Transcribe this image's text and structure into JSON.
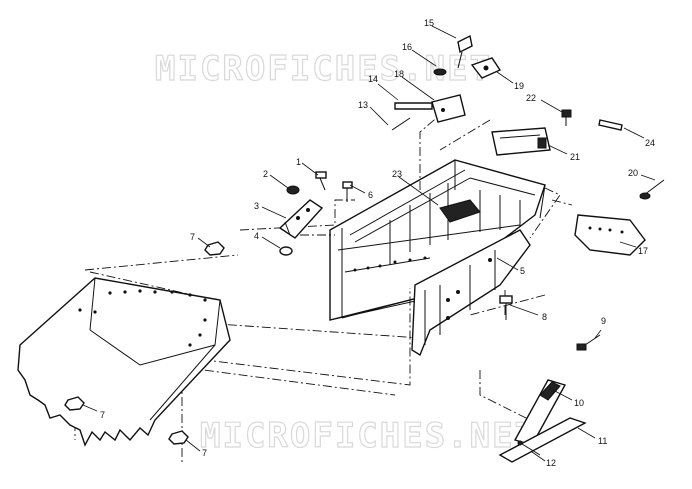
{
  "watermarks": [
    "MICROFICHES.NET",
    "MICROFICHES.NET"
  ],
  "callouts": {
    "c1": "1",
    "c2": "2",
    "c3": "3",
    "c4": "4",
    "c5": "5",
    "c6": "6",
    "c7a": "7",
    "c7b": "7",
    "c7c": "7",
    "c8": "8",
    "c9": "9",
    "c10": "10",
    "c11": "11",
    "c12": "12",
    "c13": "13",
    "c14": "14",
    "c15": "15",
    "c16": "16",
    "c17": "17",
    "c18": "18",
    "c19": "19",
    "c20": "20",
    "c21": "21",
    "c22": "22",
    "c23": "23",
    "c24": "24"
  }
}
